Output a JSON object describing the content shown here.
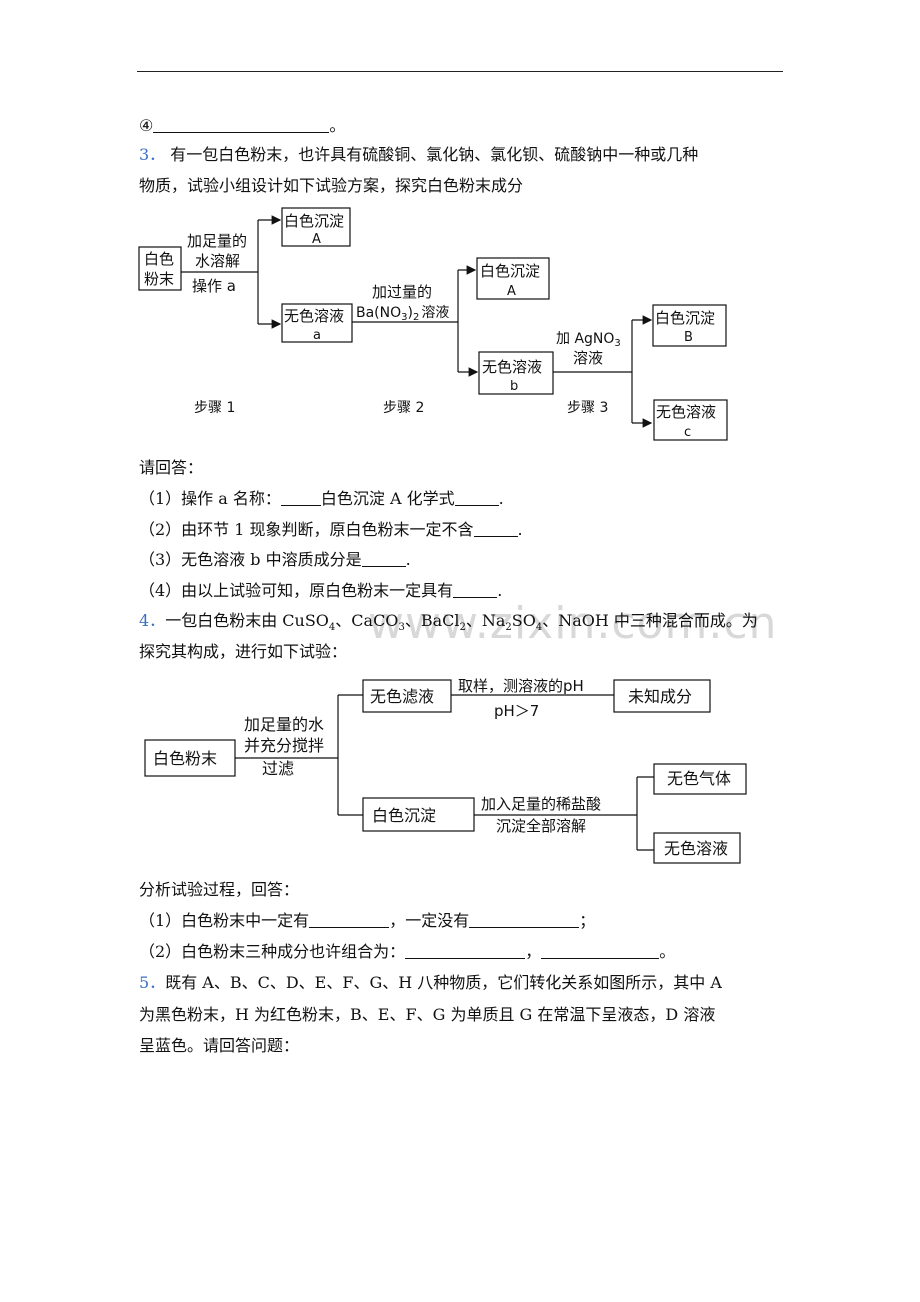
{
  "q2": {
    "marker": "④",
    "end": "。"
  },
  "q3": {
    "num": "3．",
    "line1": "有一包白色粉末，也许具有硫酸铜、氯化钠、氯化钡、硫酸钠中一种或几种",
    "line2": "物质，试验小组设计如下试验方案，探究白色粉末成分",
    "diagram": {
      "start_box": [
        "白色",
        "粉末"
      ],
      "arrow1_label": [
        "加足量的",
        "水溶解",
        "操作 a"
      ],
      "box_precip_a": [
        "白色沉淀",
        "A"
      ],
      "box_solution_a": [
        "无色溶液",
        "a"
      ],
      "arrow2_label": [
        "加过量的",
        "Ba(NO",
        "3",
        ")",
        "2",
        "溶液"
      ],
      "box_precip_a2": [
        "白色沉淀",
        "A"
      ],
      "box_solution_b": [
        "无色溶液",
        "b"
      ],
      "arrow3_label": [
        "加 AgNO",
        "3",
        "溶液"
      ],
      "box_precip_b": [
        "白色沉淀",
        "B"
      ],
      "box_solution_c": [
        "无色溶液",
        "c"
      ],
      "steps": [
        "步骤 1",
        "步骤 2",
        "步骤 3"
      ]
    },
    "prompt": "请回答：",
    "sub1": [
      "（1）操作 a 名称：",
      "白色沉淀 A 化学式",
      "."
    ],
    "sub2": [
      "（2）由环节 1 现象判断，原白色粉末一定不含",
      "."
    ],
    "sub3": [
      "（3）无色溶液 b 中溶质成分是",
      "."
    ],
    "sub4": [
      "（4）由以上试验可知，原白色粉末一定具有",
      "."
    ]
  },
  "q4": {
    "num": "4．",
    "line1_parts": [
      "一包白色粉末由 CuSO",
      "4",
      "、CaCO",
      "3",
      "、BaCl",
      "2",
      "、Na",
      "2",
      "SO",
      "4",
      "、NaOH 中三种混合而成。为"
    ],
    "line2": "探究其构成，进行如下试验：",
    "diagram": {
      "start_box": "白色粉末",
      "label1": [
        "加足量的水",
        "并充分搅拌",
        "过滤"
      ],
      "box_filtrate": "无色滤液",
      "label_top": [
        "取样，测溶液的pH",
        "pH＞7"
      ],
      "box_unknown": "未知成分",
      "box_precip": "白色沉淀",
      "label_bottom": [
        "加入足量的稀盐酸",
        "沉淀全部溶解"
      ],
      "box_gas": "无色气体",
      "box_solution": "无色溶液"
    },
    "prompt": "分析试验过程，回答：",
    "sub1": [
      "（1）白色粉末中一定有",
      "，一定没有",
      "；"
    ],
    "sub2": [
      "（2）白色粉末三种成分也许组合为：",
      "，",
      "。"
    ]
  },
  "q5": {
    "num": "5．",
    "line1": "既有 A、B、C、D、E、F、G、H 八种物质，它们转化关系如图所示，其中 A",
    "line2": "为黑色粉末，H 为红色粉末，B、E、F、G 为单质且 G 在常温下呈液态，D 溶液",
    "line3": "呈蓝色。请回答问题："
  },
  "watermark": "www.zixin.com.cn"
}
